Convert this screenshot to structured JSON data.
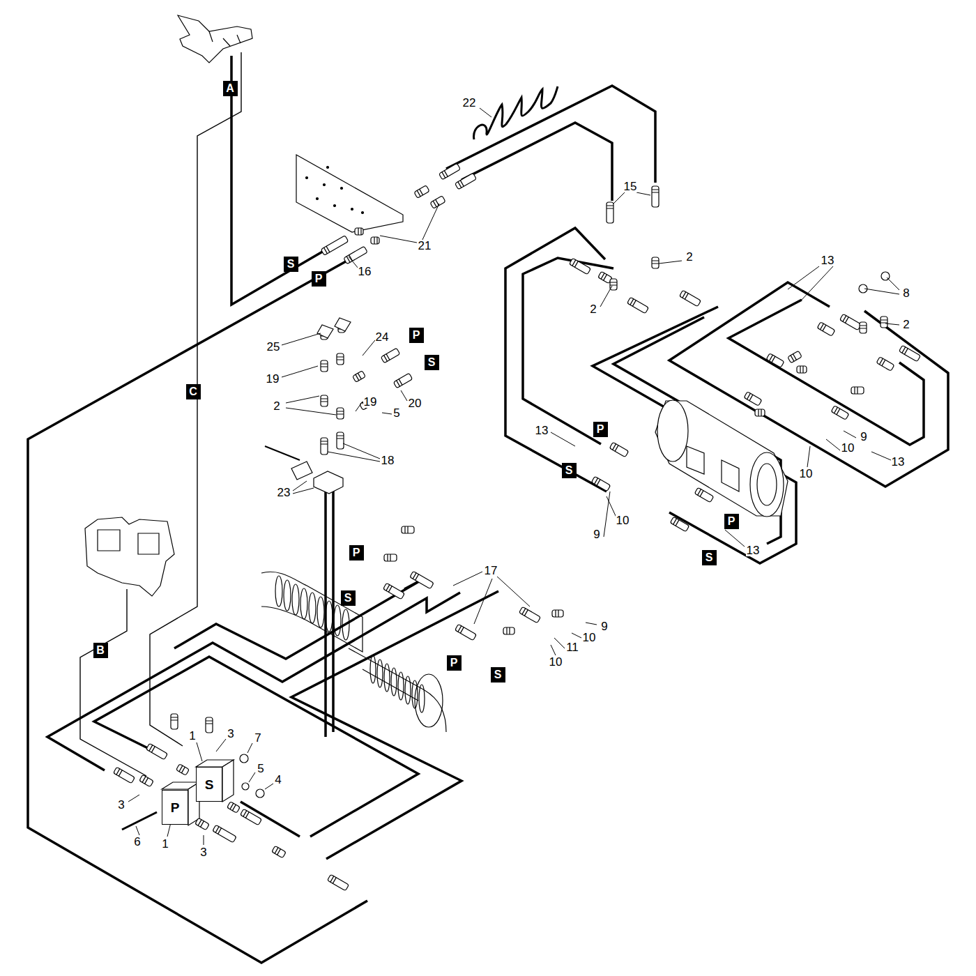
{
  "diagram": {
    "nodes": [
      {
        "text": [
          "A"
        ]
      },
      {
        "text": [
          "S"
        ]
      },
      {
        "text": [
          "P"
        ]
      },
      {
        "text": [
          "P"
        ]
      },
      {
        "text": [
          "S"
        ]
      },
      {
        "text": [
          "C"
        ]
      },
      {
        "text": [
          "P"
        ]
      },
      {
        "text": [
          "S"
        ]
      },
      {
        "text": [
          "P"
        ]
      },
      {
        "text": [
          "P"
        ]
      },
      {
        "text": [
          "S"
        ]
      },
      {
        "text": [
          "S"
        ]
      },
      {
        "text": [
          "B"
        ]
      },
      {
        "text": [
          "P"
        ]
      },
      {
        "text": [
          "S"
        ]
      },
      {
        "text": [
          "S"
        ]
      },
      {
        "text": [
          "P"
        ]
      }
    ],
    "labels": [
      "22",
      "15",
      "2",
      "21",
      "16",
      "13",
      "8",
      "2",
      "2",
      "24",
      "25",
      "19",
      "19",
      "2",
      "20",
      "5",
      "13",
      "9",
      "10",
      "18",
      "13",
      "10",
      "23",
      "10",
      "9",
      "13",
      "17",
      "9",
      "10",
      "11",
      "10",
      "1",
      "3",
      "7",
      "5",
      "4",
      "3",
      "6",
      "1",
      "3"
    ]
  }
}
